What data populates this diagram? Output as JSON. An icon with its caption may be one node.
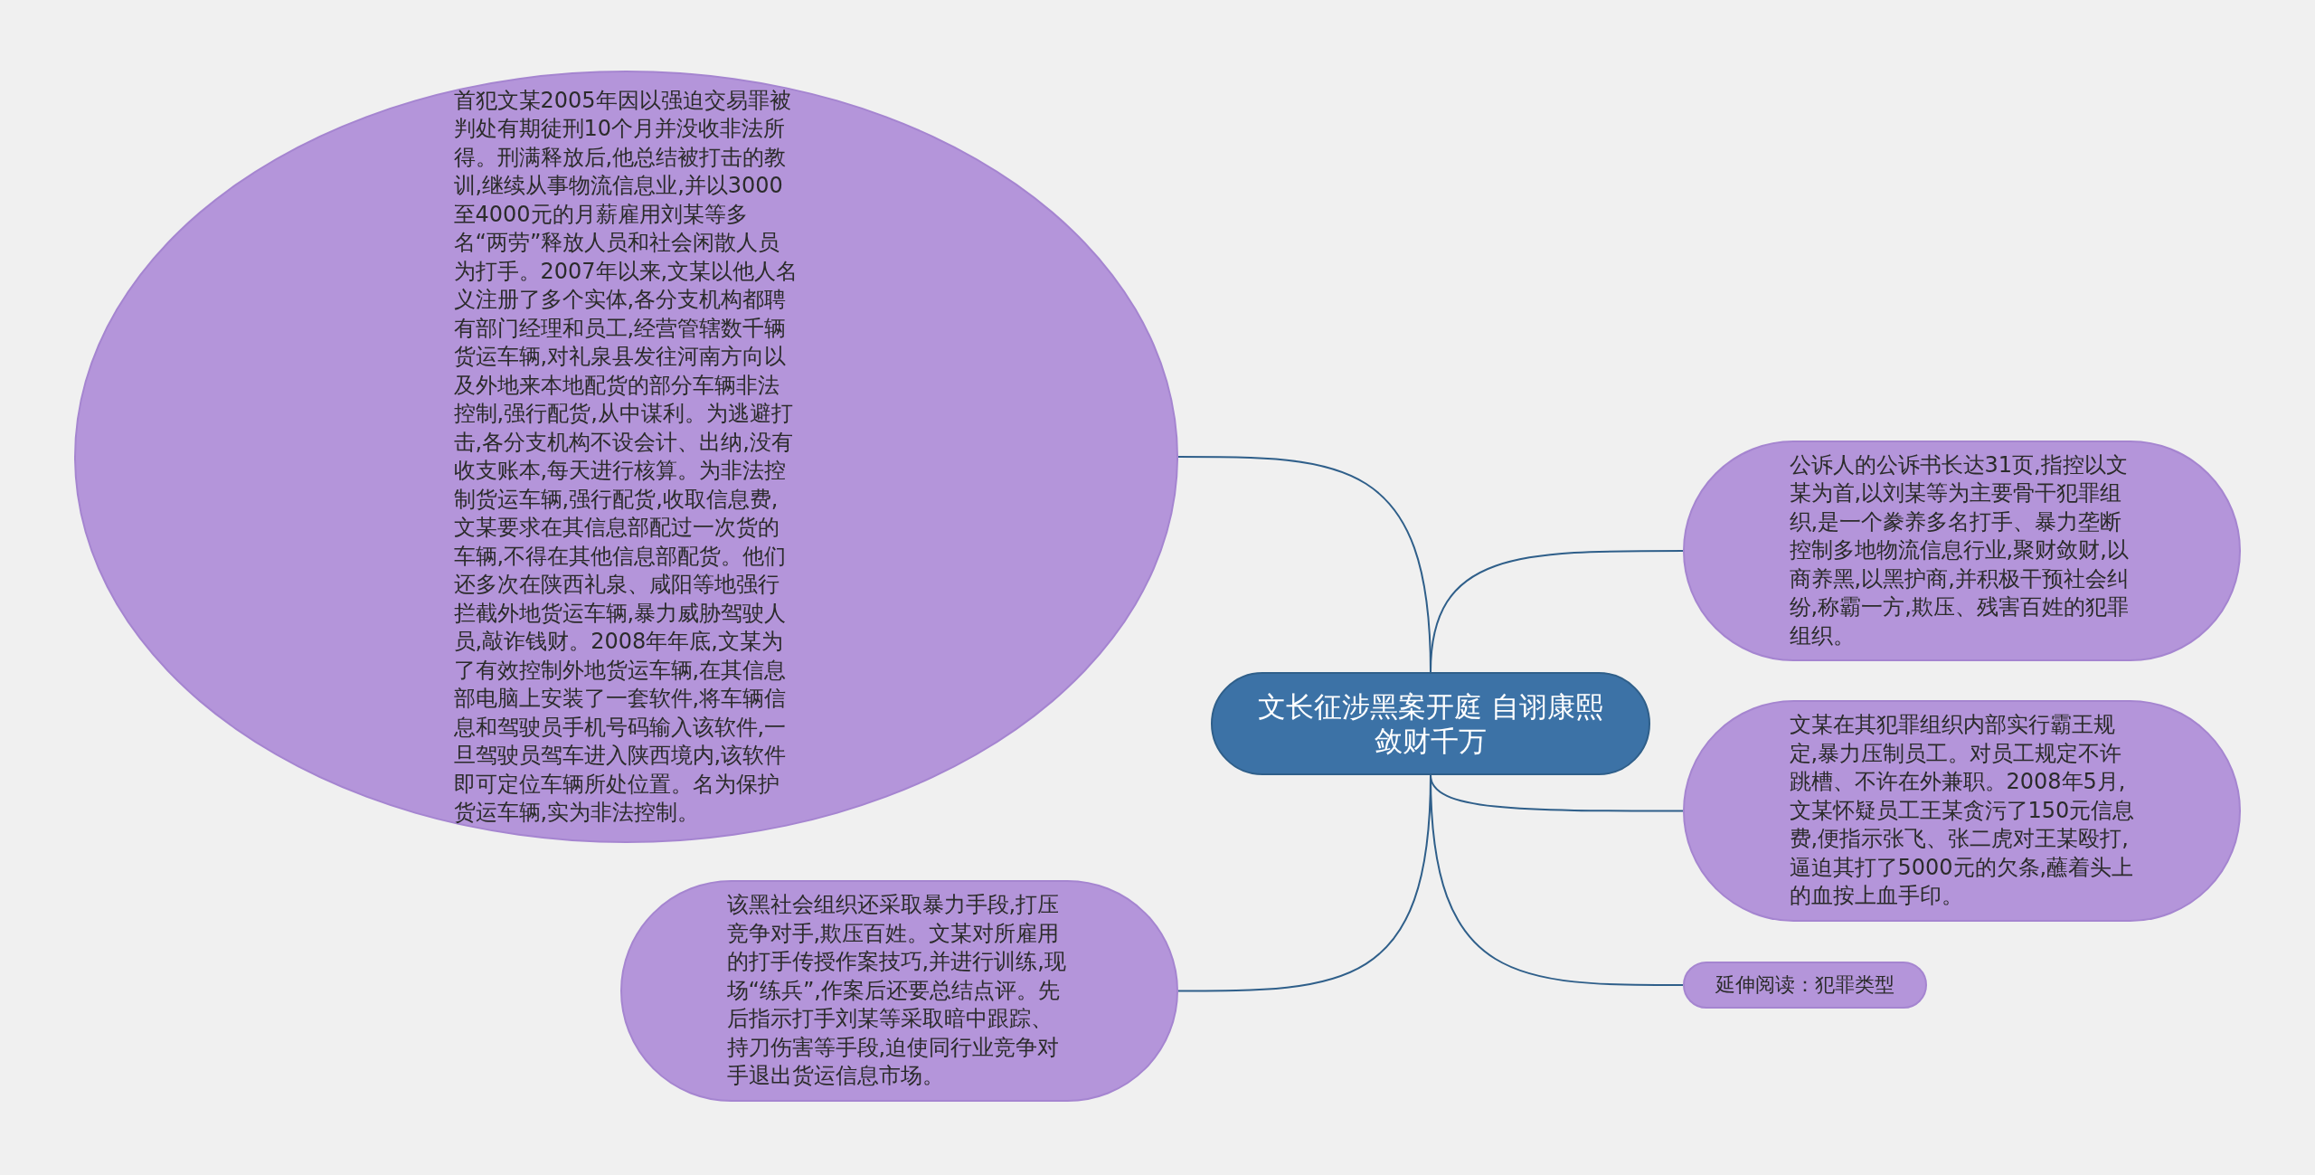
{
  "diagram": {
    "nodes": [
      {
        "text": [
          "文长征涉黑案开庭 自诩康熙敛财千万"
        ]
      },
      {
        "text": [
          "首犯文某2005年因以强迫交易罪被判处有期徒刑10个月并没收非法所得。刑满释放后,他总结被打击的教训,继续从事物流信息业,并以3000至4000元的月薪雇用刘某等多名“两劳”释放人员和社会闲散人员为打手。2007年以来,文某以他人名义注册了多个实体,各分支机构都聘有部门经理和员工,经营管辖数千辆货运车辆,对礼泉县发往河南方向以及外地来本地配货的部分车辆非法控制,强行配货,从中谋利。为逃避打击,各分支机构不设会计、出纳,没有收支账本,每天进行核算。为非法控制货运车辆,强行配货,收取信息费,文某要求在其信息部配过一次货的车辆,不得在其他信息部配货。他们还多次在陕西礼泉、咸阳等地强行拦截外地货运车辆,暴力威胁驾驶人员,敲诈钱财。2008年年底,文某为了有效控制外地货运车辆,在其信息部电脑上安装了一套软件,将车辆信息和驾驶员手机号码输入该软件,一旦驾驶员驾车进入陕西境内,该软件即可定位车辆所处位置。名为保护货运车辆,实为非法控制。"
        ]
      },
      {
        "text": [
          "公诉人的公诉书长达31页,指控以文某为首,以刘某等为主要骨干犯罪组织,是一个豢养多名打手、暴力垄断控制多地物流信息行业,聚财敛财,以商养黑,以黑护商,并积极干预社会纠纷,称霸一方,欺压、残害百姓的犯罪组织。"
        ]
      },
      {
        "text": [
          "文某在其犯罪组织内部实行霸王规定,暴力压制员工。对员工规定不许跳槽、不许在外兼职。2008年5月,文某怀疑员工王某贪污了150元信息费,便指示张飞、张二虎对王某殴打,逼迫其打了5000元的欠条,蘸着头上的血按上血手印。"
        ]
      },
      {
        "text": [
          "该黑社会组织还采取暴力手段,打压竞争对手,欺压百姓。文某对所雇用的打手传授作案技巧,并进行训练,现场“练兵”,作案后还要总结点评。先后指示打手刘某等采取暗中跟踪、持刀伤害等手段,迫使同行业竞争对手退出货运信息市场。"
        ]
      },
      {
        "text": [
          "延伸阅读：犯罪类型"
        ]
      }
    ],
    "edges": [
      {
        "from": 0,
        "to": 1,
        "arrow": "none"
      },
      {
        "from": 0,
        "to": 2,
        "arrow": "none"
      },
      {
        "from": 0,
        "to": 3,
        "arrow": "none"
      },
      {
        "from": 0,
        "to": 4,
        "arrow": "none"
      },
      {
        "from": 0,
        "to": 5,
        "arrow": "none"
      }
    ]
  }
}
